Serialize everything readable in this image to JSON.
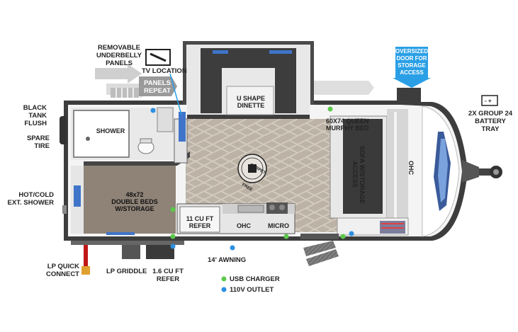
{
  "labels": {
    "removable_panels": "REMOVABLE\nUNDERBELLY\nPANELS",
    "tv_location": "TV LOCATION",
    "panels_repeat": "PANELS\nREPEAT",
    "oversized_door": "OVERSIZED\nDOOR FOR\nSTORAGE\nACCESS",
    "black_tank": "BLACK\nTANK\nFLUSH",
    "spare_tire": "SPARE\nTIRE",
    "hot_cold_shower": "HOT/COLD\nEXT. SHOWER",
    "lp_quick_connect": "LP QUICK\nCONNECT",
    "lp_griddle": "LP GRIDDLE",
    "refer_1_6": "1.6 CU FT\nREFER",
    "awning": "14' AWNING",
    "battery_tray": "2X GROUP 24\nBATTERY\nTRAY",
    "shower": "SHOWER",
    "u_shape_dinette": "U SHAPE\nDINETTE",
    "murphy_bed": "60X74 QUEEN\nMURPHY BED",
    "sofa": "SOFA W/STORAGE\nACCESS",
    "ohc_front": "OHC",
    "double_beds": "48x72\nDOUBLE BEDS\nW/STORAGE",
    "refer_11": "11 CU FT\nREFER",
    "ohc_kitchen": "OHC",
    "micro": "MICRO",
    "carpet_free": "CARPET\nFREE",
    "battery_symbol": "- +"
  },
  "legend": {
    "usb_label": "USB CHARGER",
    "outlet_label": "110V OUTLET",
    "usb_color": "#5cc94a",
    "outlet_color": "#2d8fe0"
  },
  "colors": {
    "wall": "#3c3c3c",
    "floor": "#bdb3a6",
    "bedroom_floor": "#8f8378",
    "cabinet": "#ececec",
    "sofa": "#3a3a3a",
    "accent": "#2a9fe6"
  }
}
